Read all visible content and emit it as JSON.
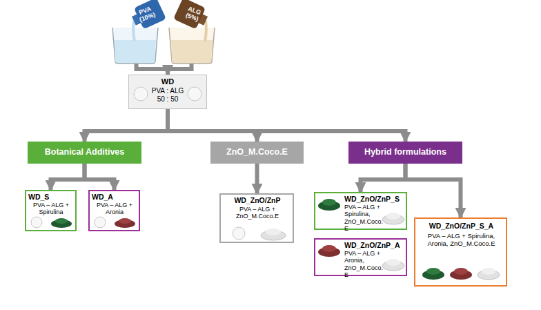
{
  "diagram": {
    "nodes": [
      {
        "text": [
          "PVA (10%)"
        ]
      },
      {
        "text": [
          "ALG (5%)"
        ]
      },
      {
        "text": [
          "WD",
          "PVA : ALG 50 : 50"
        ]
      },
      {
        "text": [
          "Botanical Additives"
        ]
      },
      {
        "text": [
          "ZnO_M.Coco.E"
        ]
      },
      {
        "text": [
          "Hybrid formulations"
        ]
      },
      {
        "text": [
          "WD_S",
          "PVA – ALG + Spirulina"
        ]
      },
      {
        "text": [
          "WD_A",
          "PVA – ALG + Aronia"
        ]
      },
      {
        "text": [
          "WD_ZnO/ZnP",
          "PVA – ALG + ZnO_M.Coco.E"
        ]
      },
      {
        "text": [
          "WD_ZnO/ZnP_S",
          "PVA – ALG + Spirulina, ZnO_M.Coco.E"
        ]
      },
      {
        "text": [
          "WD_ZnO/ZnP_A",
          "PVA – ALG + Aronia, ZnO_M.Coco.E"
        ]
      },
      {
        "text": [
          "WD_ZnO/ZnP_S_A",
          "PVA – ALG + Spirulina, Aronia, ZnO_M.Coco.E"
        ]
      }
    ],
    "edges": [
      {
        "from": 0,
        "to": 2,
        "arrow": "to"
      },
      {
        "from": 1,
        "to": 2,
        "arrow": "to"
      },
      {
        "from": 2,
        "to": 3,
        "arrow": "to"
      },
      {
        "from": 2,
        "to": 4,
        "arrow": "to"
      },
      {
        "from": 2,
        "to": 5,
        "arrow": "to"
      },
      {
        "from": 3,
        "to": 6,
        "arrow": "to"
      },
      {
        "from": 3,
        "to": 7,
        "arrow": "to"
      },
      {
        "from": 4,
        "to": 8,
        "arrow": "to"
      },
      {
        "from": 5,
        "to": 9,
        "arrow": "to"
      },
      {
        "from": 5,
        "to": 11,
        "arrow": "to"
      }
    ]
  }
}
